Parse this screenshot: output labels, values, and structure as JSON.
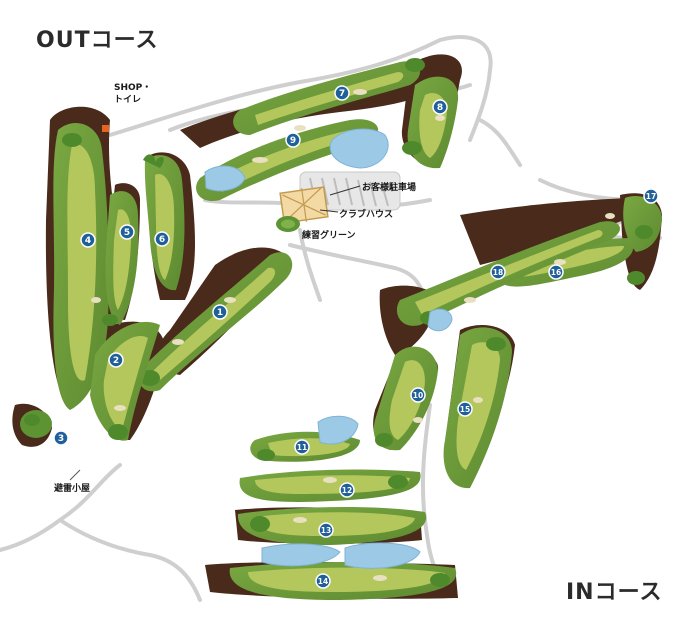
{
  "titles": {
    "out": "OUTコース",
    "in": "INコース"
  },
  "facilities": {
    "shop_line1": "SHOP・",
    "shop_line2": "トイレ",
    "parking": "お客様駐車場",
    "clubhouse": "クラブハウス",
    "practice_green": "練習グリーン",
    "shelter": "避雷小屋"
  },
  "holes": [
    "1",
    "2",
    "3",
    "4",
    "5",
    "6",
    "7",
    "8",
    "9",
    "10",
    "11",
    "12",
    "13",
    "14",
    "15",
    "16",
    "17",
    "18"
  ],
  "colors": {
    "rough": "#6e9a3a",
    "fairway": "#b3c75c",
    "green": "#4e8a2c",
    "bunker": "#e8e0c0",
    "water": "#9cc9e6",
    "trees": "#4a2a1a",
    "road": "#d0d0d0",
    "marker": "#1f5f9a",
    "shop_marker": "#e8641e"
  }
}
